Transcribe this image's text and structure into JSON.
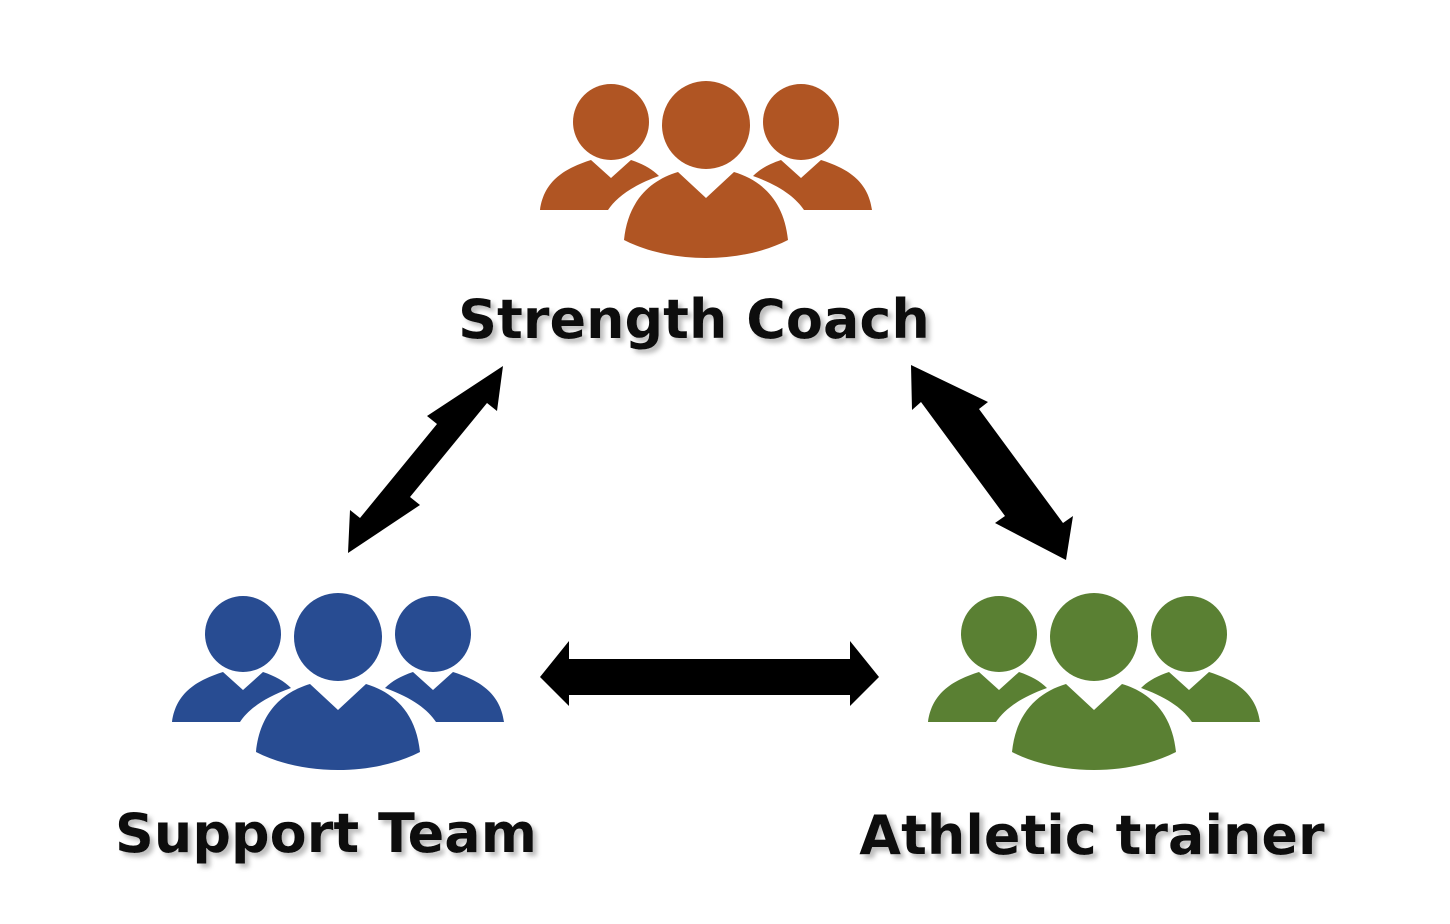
{
  "nodes": {
    "strength_coach": {
      "label": "Strength Coach",
      "color": "#B05523",
      "icon": "group-icon"
    },
    "support_team": {
      "label": "Support Team",
      "color": "#284C92",
      "icon": "group-icon"
    },
    "athletic_trainer": {
      "label": "Athletic trainer",
      "color": "#5A8033",
      "icon": "group-icon"
    }
  },
  "edges": [
    {
      "from": "support_team",
      "to": "strength_coach",
      "bidirectional": true,
      "color": "#000000"
    },
    {
      "from": "strength_coach",
      "to": "athletic_trainer",
      "bidirectional": true,
      "color": "#000000"
    },
    {
      "from": "support_team",
      "to": "athletic_trainer",
      "bidirectional": true,
      "color": "#000000"
    }
  ],
  "label_shadow_color": "#BDBDBD"
}
